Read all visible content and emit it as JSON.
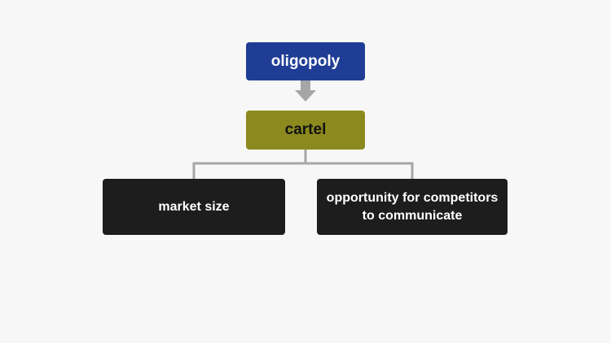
{
  "diagram": {
    "nodes": {
      "oligopoly": "oligopoly",
      "cartel": "cartel",
      "market_size": "market size",
      "opportunity": "opportunity for competitors to communicate"
    },
    "colors": {
      "oligopoly_fill": "#1f3d94",
      "cartel_fill": "#8c8a1e",
      "leaf_fill": "#1d1d1d",
      "connector": "#a6a6a6",
      "background": "#f8f7f7"
    },
    "edges": [
      {
        "from": "oligopoly",
        "to": "cartel",
        "style": "arrow"
      },
      {
        "from": "cartel",
        "to": "market_size",
        "style": "line"
      },
      {
        "from": "cartel",
        "to": "opportunity",
        "style": "line"
      }
    ]
  }
}
